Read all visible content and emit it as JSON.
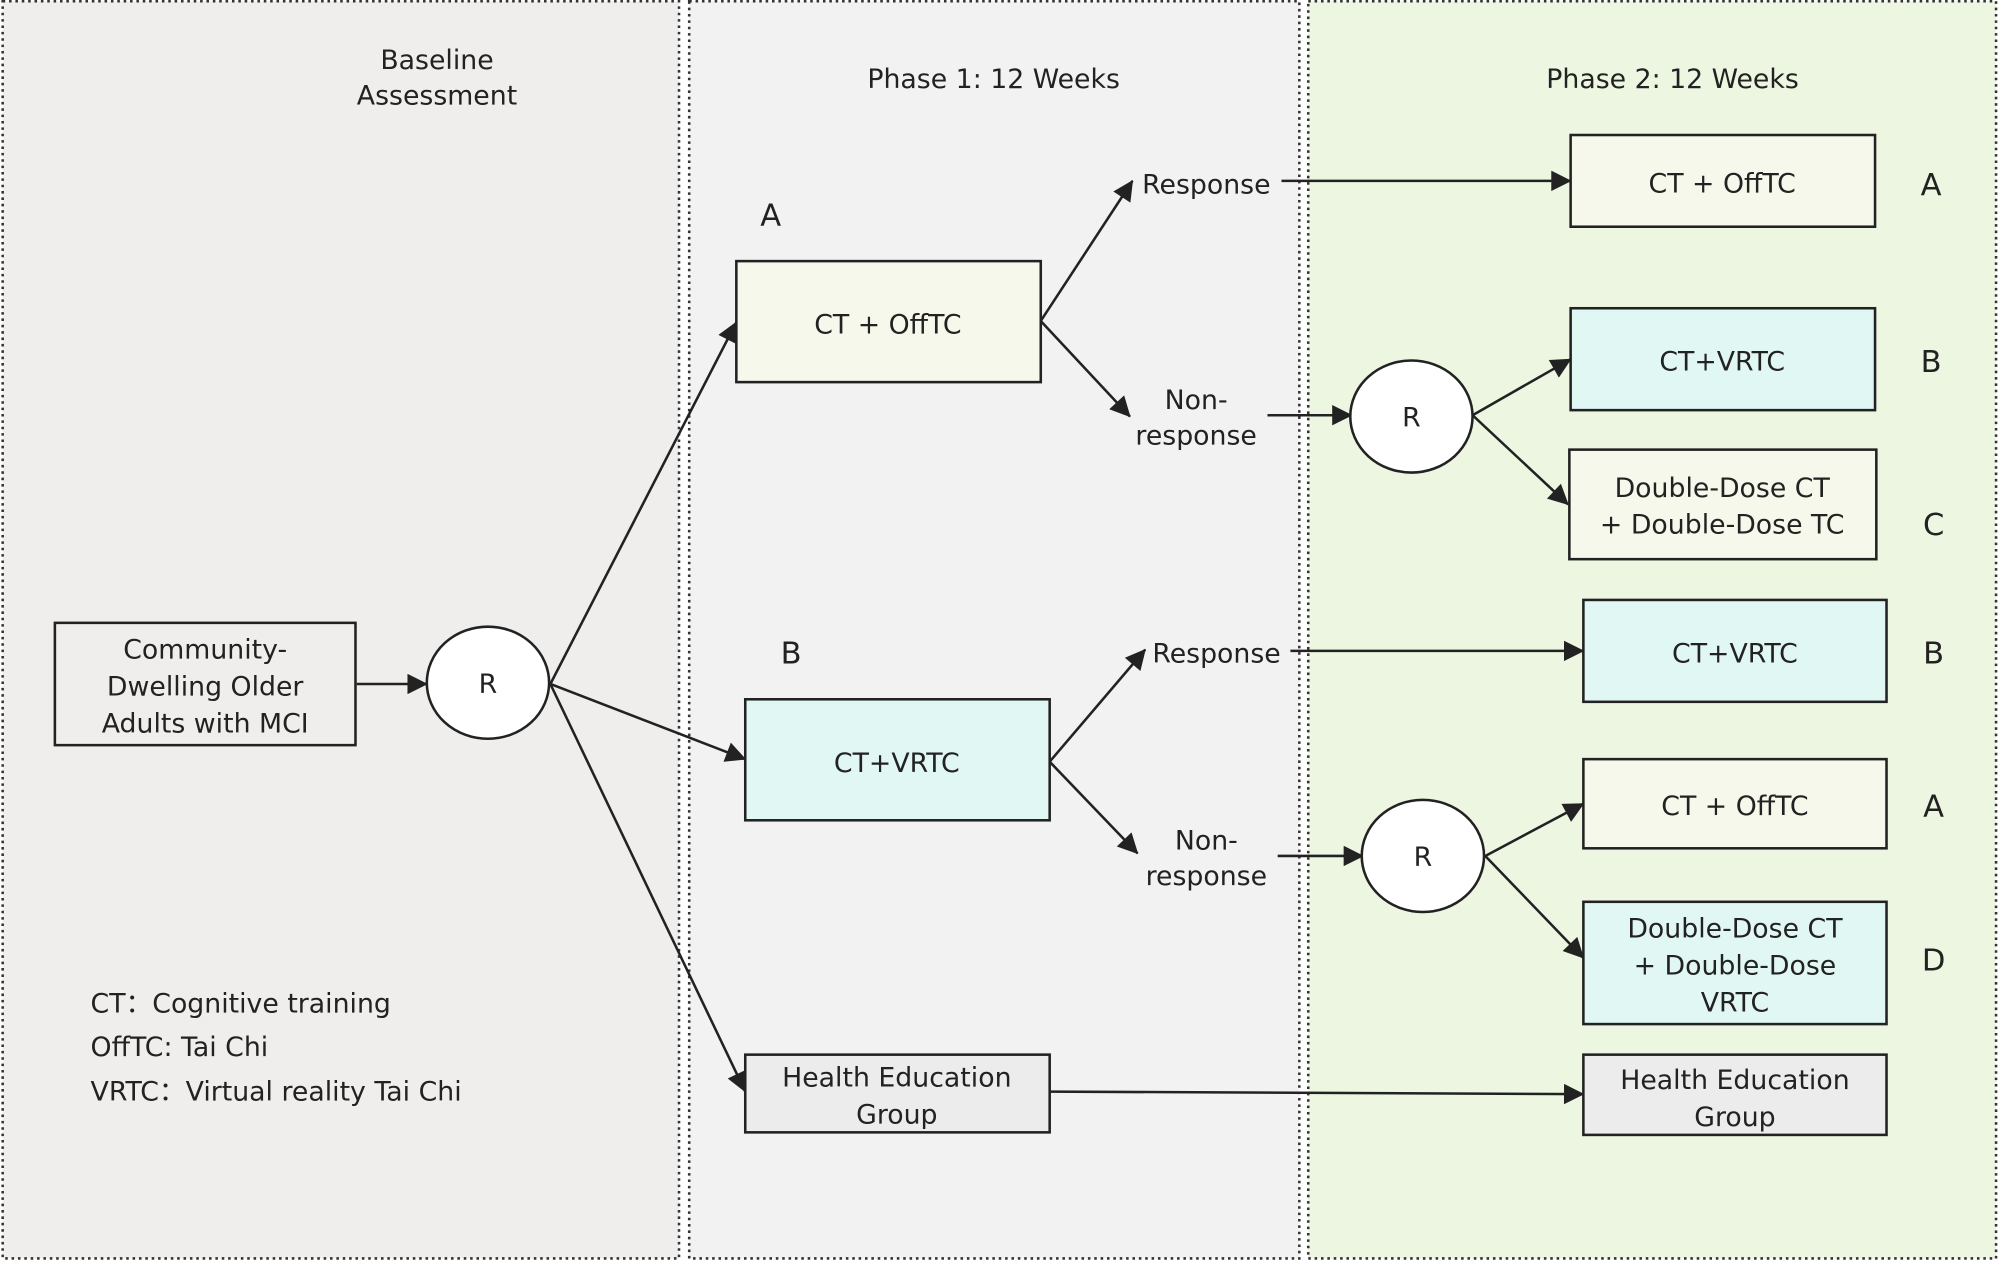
{
  "columns": {
    "baseline_line1": "Baseline",
    "baseline_line2": "Assessment",
    "phase1": "Phase 1: 12 Weeks",
    "phase2": "Phase 2: 12 Weeks"
  },
  "colors": {
    "baseline_panel": "#efeeec",
    "phase1_panel": "#f2f2f2",
    "phase2_panel": "#edf6e1",
    "offtc_box": "#f6f8ec",
    "vrtc_box": "#e0f7f4",
    "health_box": "#ececec"
  },
  "start": {
    "line1": "Community-",
    "line2": "Dwelling Older",
    "line3": "Adults with MCI"
  },
  "randomize_label": "R",
  "phase1": {
    "arm_a_letter": "A",
    "arm_a": "CT + OffTC",
    "arm_b_letter": "B",
    "arm_b": "CT+VRTC",
    "health_line1": "Health Education",
    "health_line2": "Group",
    "response": "Response",
    "nonresponse_line1": "Non-",
    "nonresponse_line2": "response"
  },
  "phase2": {
    "a_response": "CT + OffTC",
    "a_nonresponse_vrtc": "CT+VRTC",
    "a_double_line1": "Double-Dose CT",
    "a_double_line2": "+ Double-Dose TC",
    "b_response": "CT+VRTC",
    "b_nonresponse_offtc": "CT + OffTC",
    "b_double_line1": "Double-Dose CT",
    "b_double_line2": "+ Double-Dose",
    "b_double_line3": "VRTC",
    "health_line1": "Health Education",
    "health_line2": "Group",
    "letters": [
      "A",
      "B",
      "C",
      "B",
      "A",
      "D"
    ]
  },
  "legend": {
    "ct": "CT：Cognitive training",
    "offtc": "OffTC: Tai Chi",
    "vrtc": "VRTC：Virtual reality Tai Chi"
  }
}
